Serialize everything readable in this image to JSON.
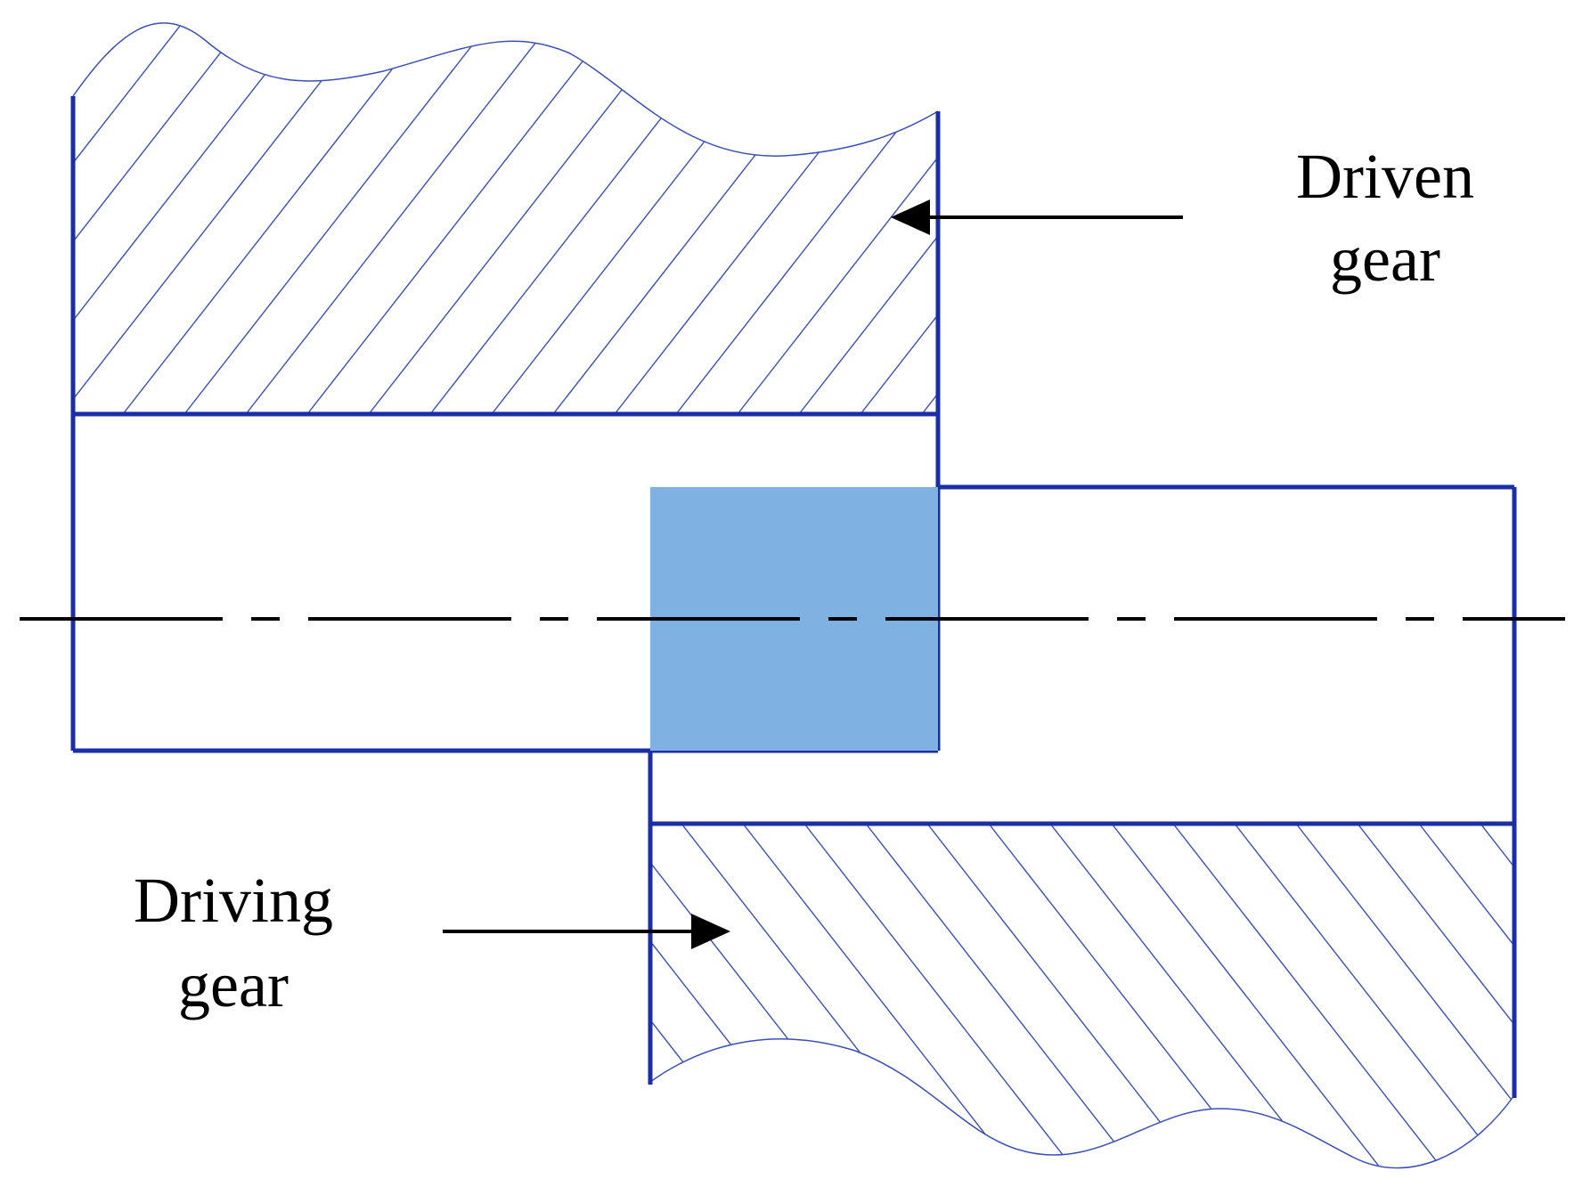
{
  "labels": {
    "driven_line1": "Driven",
    "driven_line2": "gear",
    "driving_line1": "Driving",
    "driving_line2": "gear"
  },
  "colors": {
    "outline": "#1a2ea8",
    "hatch": "#3a4fb8",
    "contact": "#7fb2e3",
    "arrow": "#000000",
    "centerline": "#000000"
  }
}
